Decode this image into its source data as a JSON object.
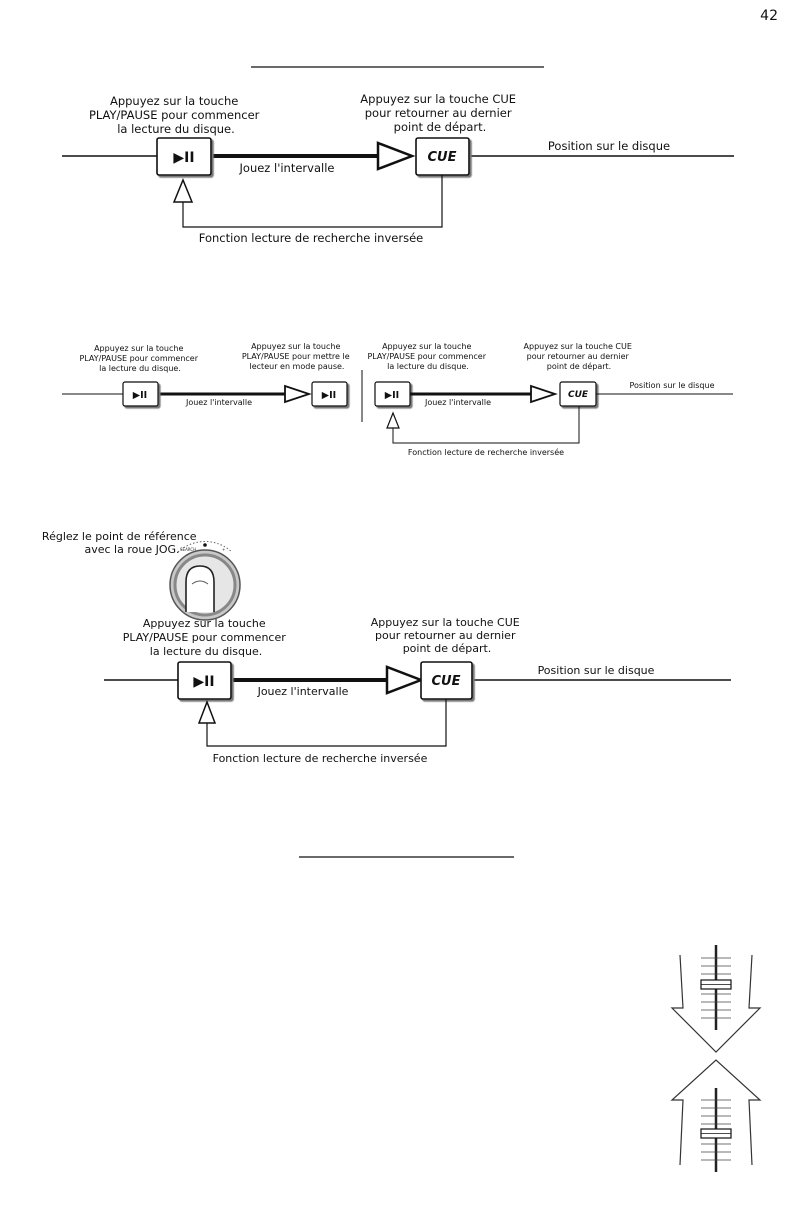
{
  "page_number": "42",
  "diagram1": {
    "note_play": [
      "Appuyez sur la touche",
      "PLAY/PAUSE pour commencer",
      "la lecture du disque."
    ],
    "note_cue": [
      "Appuyez sur la touche CUE",
      "pour retourner au dernier",
      "point de départ."
    ],
    "play_label": "▶II",
    "cue_label": "CUE",
    "interval": "Jouez l'intervalle",
    "position": "Position sur le disque",
    "reverse": "Fonction lecture de recherche inversée"
  },
  "diagram2": {
    "note_play_a": [
      "Appuyez sur la touche",
      "PLAY/PAUSE pour commencer",
      "la lecture du disque."
    ],
    "note_pause": [
      "Appuyez sur la touche",
      "PLAY/PAUSE pour mettre le",
      "lecteur en mode pause."
    ],
    "note_play_b": [
      "Appuyez sur la touche",
      "PLAY/PAUSE pour commencer",
      "la lecture du disque."
    ],
    "note_cue": [
      "Appuyez sur la touche CUE",
      "pour retourner au dernier",
      "point de départ."
    ],
    "play_label": "▶II",
    "cue_label": "CUE",
    "interval": "Jouez l'intervalle",
    "position": "Position sur le disque",
    "reverse": "Fonction lecture de recherche inversée"
  },
  "diagram3": {
    "note_jog": [
      "Réglez le point de référence",
      "avec la roue JOG."
    ],
    "note_play": [
      "Appuyez sur la touche",
      "PLAY/PAUSE pour commencer",
      "la lecture du disque."
    ],
    "note_cue": [
      "Appuyez sur la touche CUE",
      "pour retourner au dernier",
      "point de départ."
    ],
    "play_label": "▶II",
    "cue_label": "CUE",
    "interval": "Jouez l'intervalle",
    "position": "Position sur le disque",
    "reverse": "Fonction lecture de recherche inversée"
  },
  "colors": {
    "ink": "#111111",
    "button_fill": "#ffffff",
    "jog_ring": "#9a9a9a"
  }
}
